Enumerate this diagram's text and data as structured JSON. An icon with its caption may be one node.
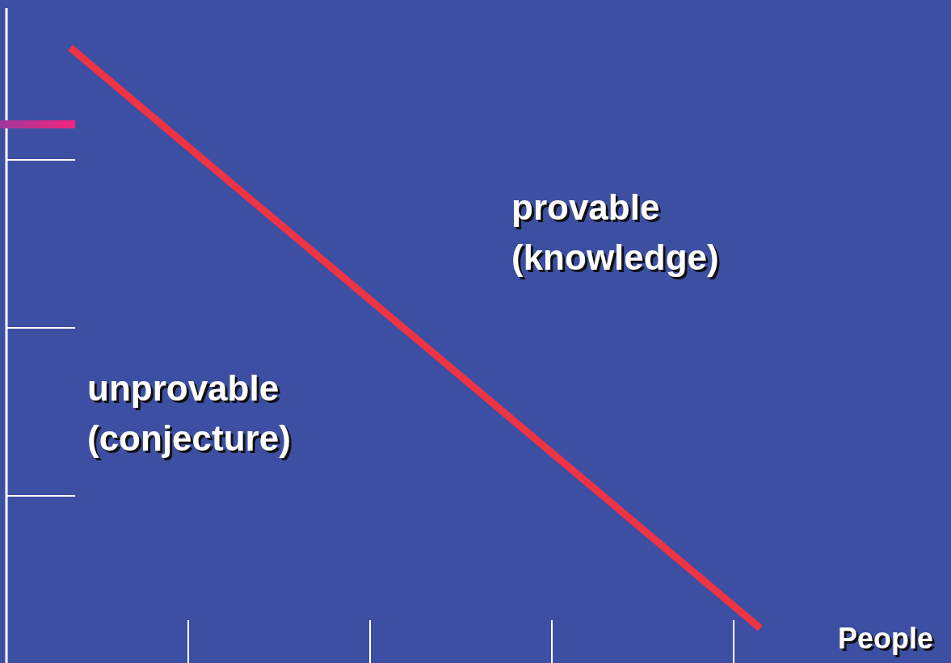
{
  "diagram": {
    "labels": [
      "provable (knowledge)",
      "unprovable (conjecture)",
      "People"
    ]
  }
}
